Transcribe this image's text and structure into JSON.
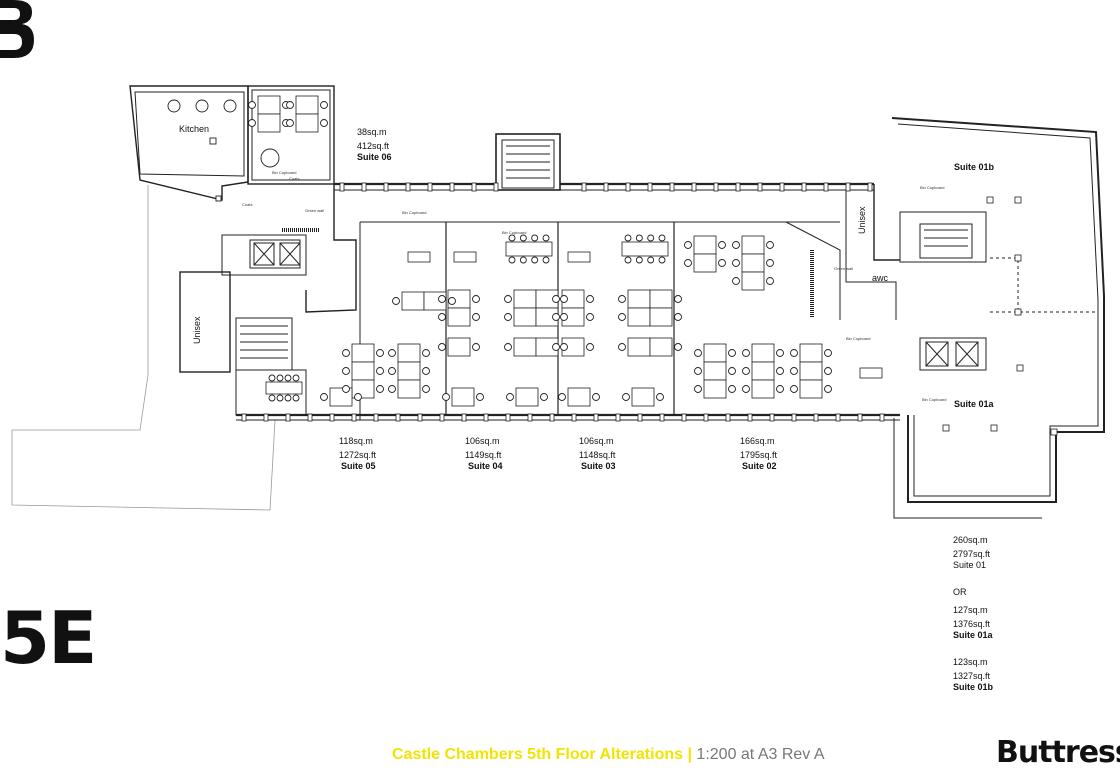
{
  "sheet": {
    "number": "5E",
    "brand": "Buttress"
  },
  "footer": {
    "title": "Castle Chambers 5th Floor Alterations",
    "separator": "|",
    "scale": "1:200 at A3 Rev A"
  },
  "rooms": {
    "kitchen": "Kitchen",
    "unisex_left": "Unisex",
    "unisex_right": "Unisex",
    "awc": "awc"
  },
  "small_labels": {
    "bin_cupboard": "Bin Cupboard",
    "green_wall": "Green wall",
    "coats": "Coats"
  },
  "suites": {
    "s06": {
      "area_m": "38sq.m",
      "area_ft": "412sq.ft",
      "name": "Suite 06"
    },
    "s05": {
      "area_m": "118sq.m",
      "area_ft": "1272sq.ft",
      "name": "Suite 05"
    },
    "s04": {
      "area_m": "106sq.m",
      "area_ft": "1149sq.ft",
      "name": "Suite 04"
    },
    "s03": {
      "area_m": "106sq.m",
      "area_ft": "1148sq.ft",
      "name": "Suite 03"
    },
    "s02": {
      "area_m": "166sq.m",
      "area_ft": "1795sq.ft",
      "name": "Suite 02"
    },
    "s01b_name": "Suite 01b",
    "s01a_name": "Suite 01a"
  },
  "schedule": {
    "s01": {
      "area_m": "260sq.m",
      "area_ft": "2797sq.ft",
      "name": "Suite 01"
    },
    "or": "OR",
    "s01a": {
      "area_m": "127sq.m",
      "area_ft": "1376sq.ft",
      "name": "Suite 01a"
    },
    "s01b": {
      "area_m": "123sq.m",
      "area_ft": "1327sq.ft",
      "name": "Suite 01b"
    }
  }
}
